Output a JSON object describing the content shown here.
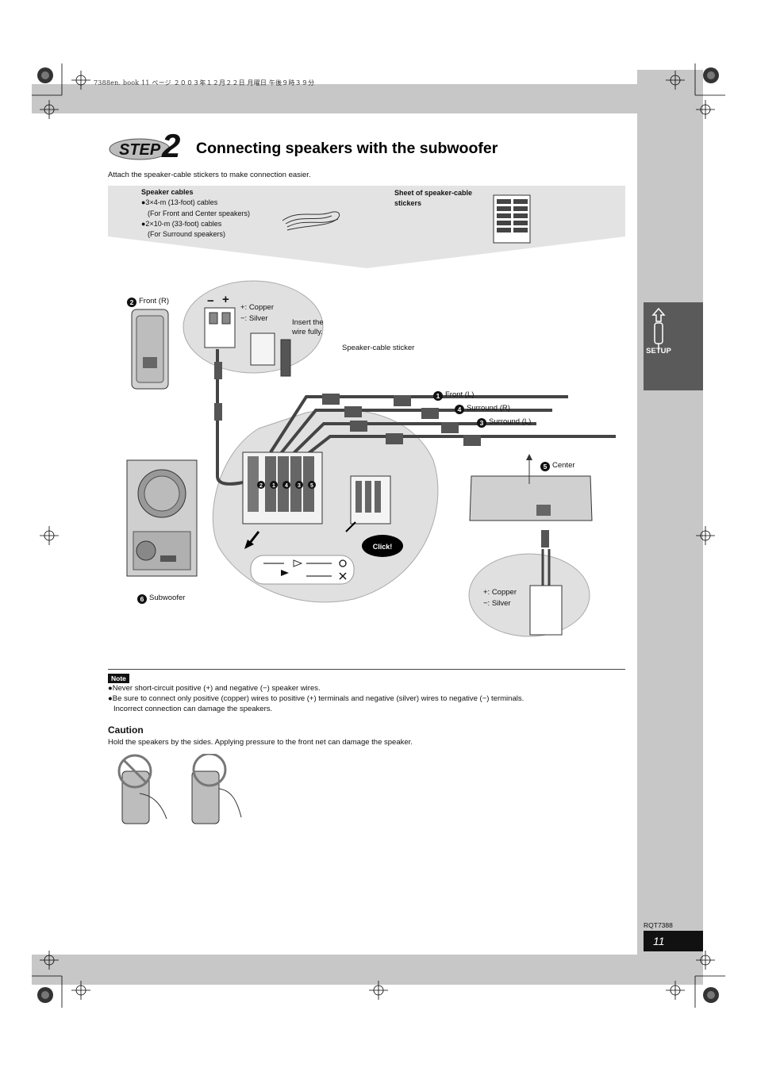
{
  "header": {
    "meta": "7388en. book   11 ページ   ２００３年１２月２２日   月曜日   午後９時３９分"
  },
  "step": {
    "word": "STEP",
    "number": "2"
  },
  "title": "Connecting speakers with the subwoofer",
  "intro": "Attach the speaker-cable stickers to make connection easier.",
  "parts": {
    "speaker_cables_title": "Speaker cables",
    "speaker_cables_lines": [
      "●3×4-m (13-foot) cables",
      "(For Front and Center speakers)",
      "●2×10-m (33-foot) cables",
      "(For Surround speakers)"
    ],
    "sheet_title": "Sheet of speaker-cable stickers"
  },
  "diagram": {
    "front_r": {
      "num": "2",
      "label": "Front (R)"
    },
    "front_l": {
      "num": "1",
      "label": "Front (L)"
    },
    "surround_r": {
      "num": "4",
      "label": "Surround (R)"
    },
    "surround_l": {
      "num": "3",
      "label": "Surround (L)"
    },
    "center": {
      "num": "5",
      "label": "Center"
    },
    "subwoofer": {
      "num": "6",
      "label": "Subwoofer"
    },
    "polarity_top": {
      "plus": "+: Copper",
      "minus": "−: Silver"
    },
    "polarity_bottom": {
      "plus": "+: Copper",
      "minus": "−: Silver"
    },
    "insert_wire": "Insert the wire fully.",
    "sticker_label": "Speaker-cable sticker",
    "click": "Click!",
    "terminal_order": [
      "2",
      "1",
      "4",
      "3",
      "5"
    ],
    "sign_minus": "−",
    "sign_plus": "+",
    "ok_mark": "O",
    "ng_mark": "X"
  },
  "note": {
    "tag": "Note",
    "lines": [
      "●Never short-circuit positive (+) and negative (−) speaker wires.",
      "●Be sure to connect only positive (copper) wires to positive (+) terminals and negative (silver) wires to negative (−) terminals.",
      "Incorrect connection can damage the speakers."
    ]
  },
  "caution": {
    "title": "Caution",
    "text": "Hold the speakers by the sides. Applying pressure to the front net can damage the speaker."
  },
  "side_tab": {
    "label": "SETUP"
  },
  "footer": {
    "model": "RQT7388",
    "page": "11"
  },
  "colors": {
    "band": "#c7c7c7",
    "tab": "#5a5a5a",
    "panel": "#e3e3e3"
  }
}
